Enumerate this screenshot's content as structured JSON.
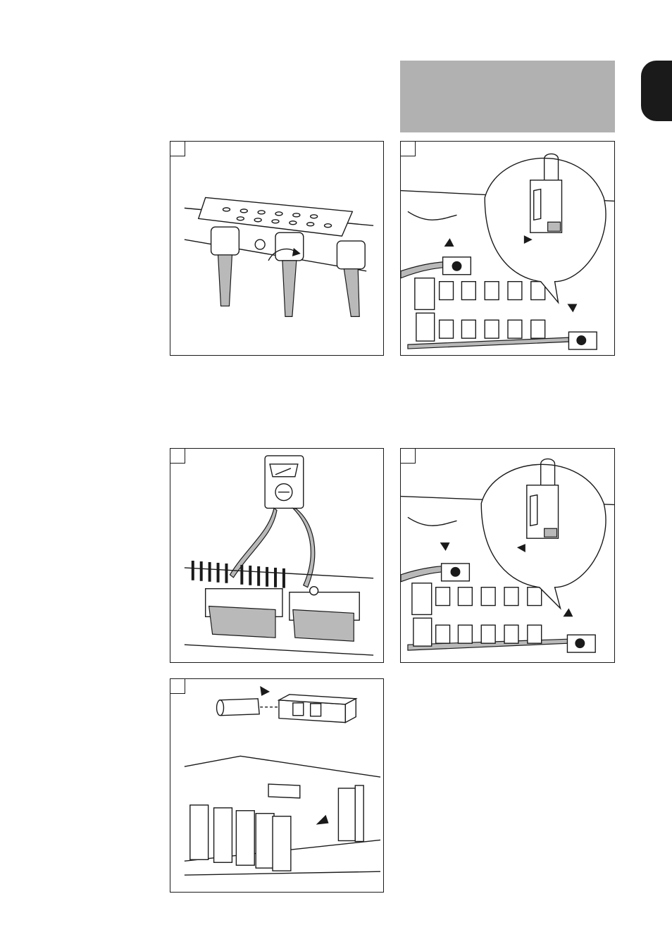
{
  "header": {
    "title": "",
    "fill_color": "#b1b1b1"
  },
  "language_tab": {
    "label": "",
    "color": "#1a1a1a"
  },
  "panels": [
    {
      "id": "cable-gland",
      "icons": [
        "cable-gland-icon",
        "rotate-arrow-icon"
      ]
    },
    {
      "id": "fuse-holder-open",
      "icons": [
        "fuse-holder-icon",
        "arrow-up-icon",
        "arrow-down-icon"
      ]
    },
    {
      "id": "voltage-measurement",
      "icons": [
        "voltmeter-icon",
        "terminal-block-icon"
      ]
    },
    {
      "id": "fuse-holder-close",
      "icons": [
        "fuse-holder-icon",
        "arrow-down-icon",
        "arrow-up-icon"
      ]
    },
    {
      "id": "fuse-insert",
      "icons": [
        "fuse-icon",
        "fuse-carrier-icon",
        "arrow-right-icon"
      ]
    }
  ]
}
